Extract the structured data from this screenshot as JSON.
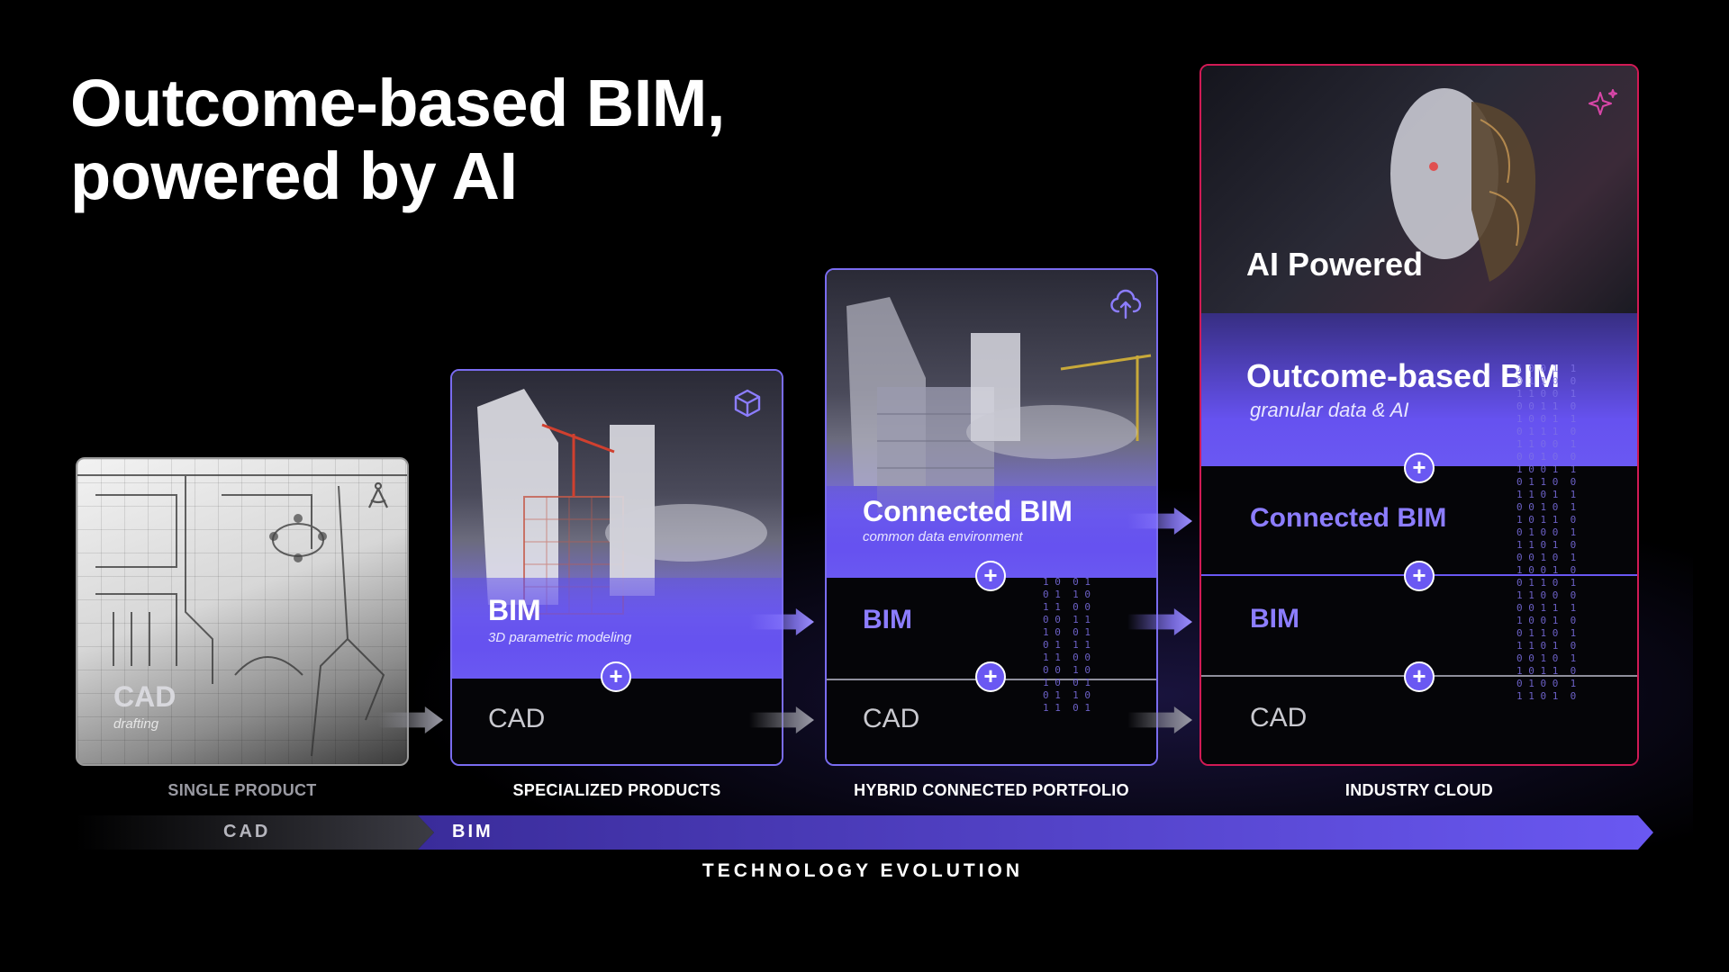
{
  "title": {
    "line1": "Outcome-based BIM,",
    "line2": "powered by AI"
  },
  "stages": [
    {
      "caption": "SINGLE PRODUCT",
      "cad": {
        "label": "CAD",
        "sub": "drafting"
      },
      "icon": "compass-icon"
    },
    {
      "caption": "SPECIALIZED PRODUCTS",
      "bim": {
        "label": "BIM",
        "sub": "3D parametric modeling"
      },
      "cad": "CAD",
      "icon": "cube-icon"
    },
    {
      "caption": "HYBRID CONNECTED PORTFOLIO",
      "connected": {
        "label": "Connected BIM",
        "sub": "common data environment"
      },
      "bim": "BIM",
      "cad": "CAD",
      "icon": "cloud-upload-icon"
    },
    {
      "caption": "INDUSTRY CLOUD",
      "ai": "AI Powered",
      "outcome": {
        "label": "Outcome-based BIM",
        "sub": "granular data & AI"
      },
      "connected": "Connected BIM",
      "bim": "BIM",
      "cad": "CAD",
      "icon": "sparkle-icon"
    }
  ],
  "evolution": {
    "cad": "CAD",
    "bim": "BIM",
    "caption": "TECHNOLOGY EVOLUTION"
  },
  "colors": {
    "accent": "#6a58f2",
    "accent_light": "#8c7dff",
    "ai_border": "#d11a55",
    "background": "#000000"
  }
}
